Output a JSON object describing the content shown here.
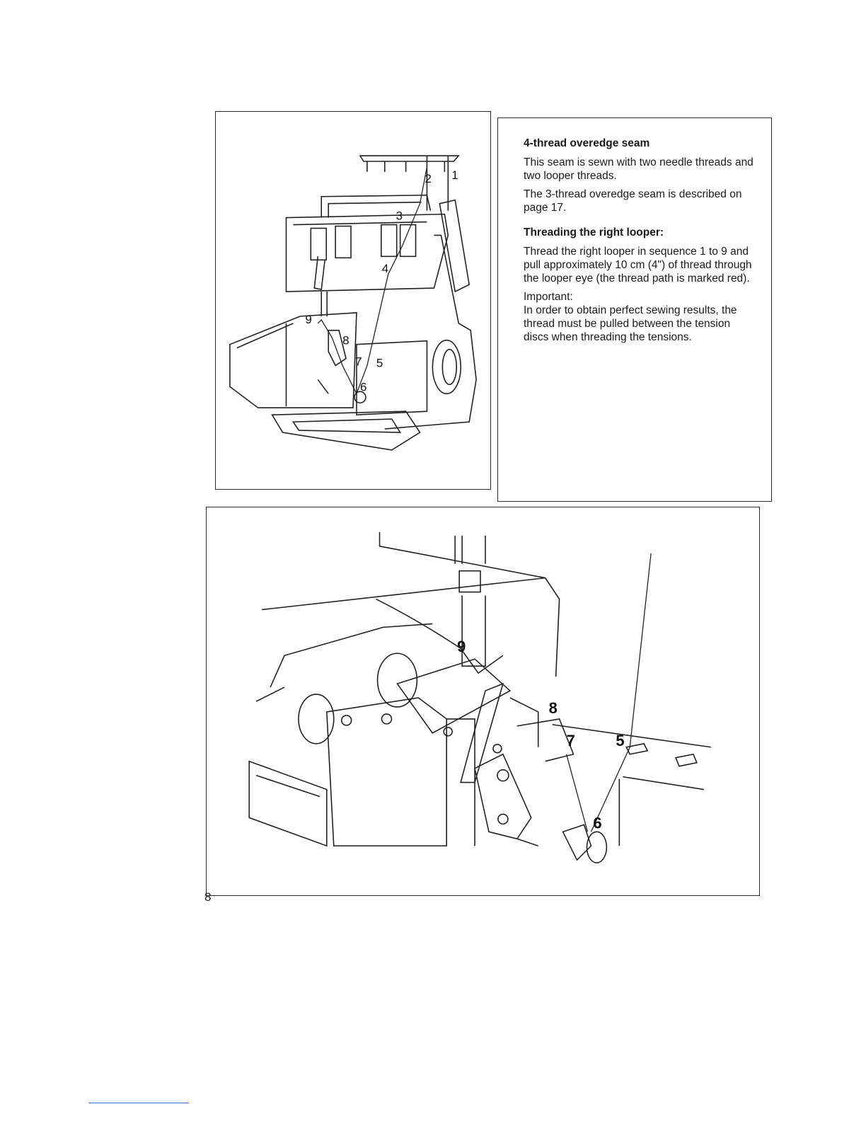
{
  "text_panel": {
    "title": "4-thread overedge seam",
    "para1": "This seam is sewn with two needle threads and two looper threads.",
    "para2": "The 3-thread overedge seam is described on page 17.",
    "subtitle": "Threading the right looper:",
    "para3": "Thread the right looper in sequence 1 to 9 and pull approximately 10 cm (4\") of thread through the looper eye (the thread path is marked red).",
    "para4_label": "Important:",
    "para4": "In order to obtain perfect sewing results, the thread must be pulled between the tension discs when threading the tensions."
  },
  "top_illustration": {
    "labels": [
      "1",
      "2",
      "3",
      "4",
      "5",
      "6",
      "7",
      "8",
      "9"
    ]
  },
  "bottom_illustration": {
    "labels": [
      "5",
      "6",
      "7",
      "8",
      "9"
    ]
  },
  "page_number": "8"
}
